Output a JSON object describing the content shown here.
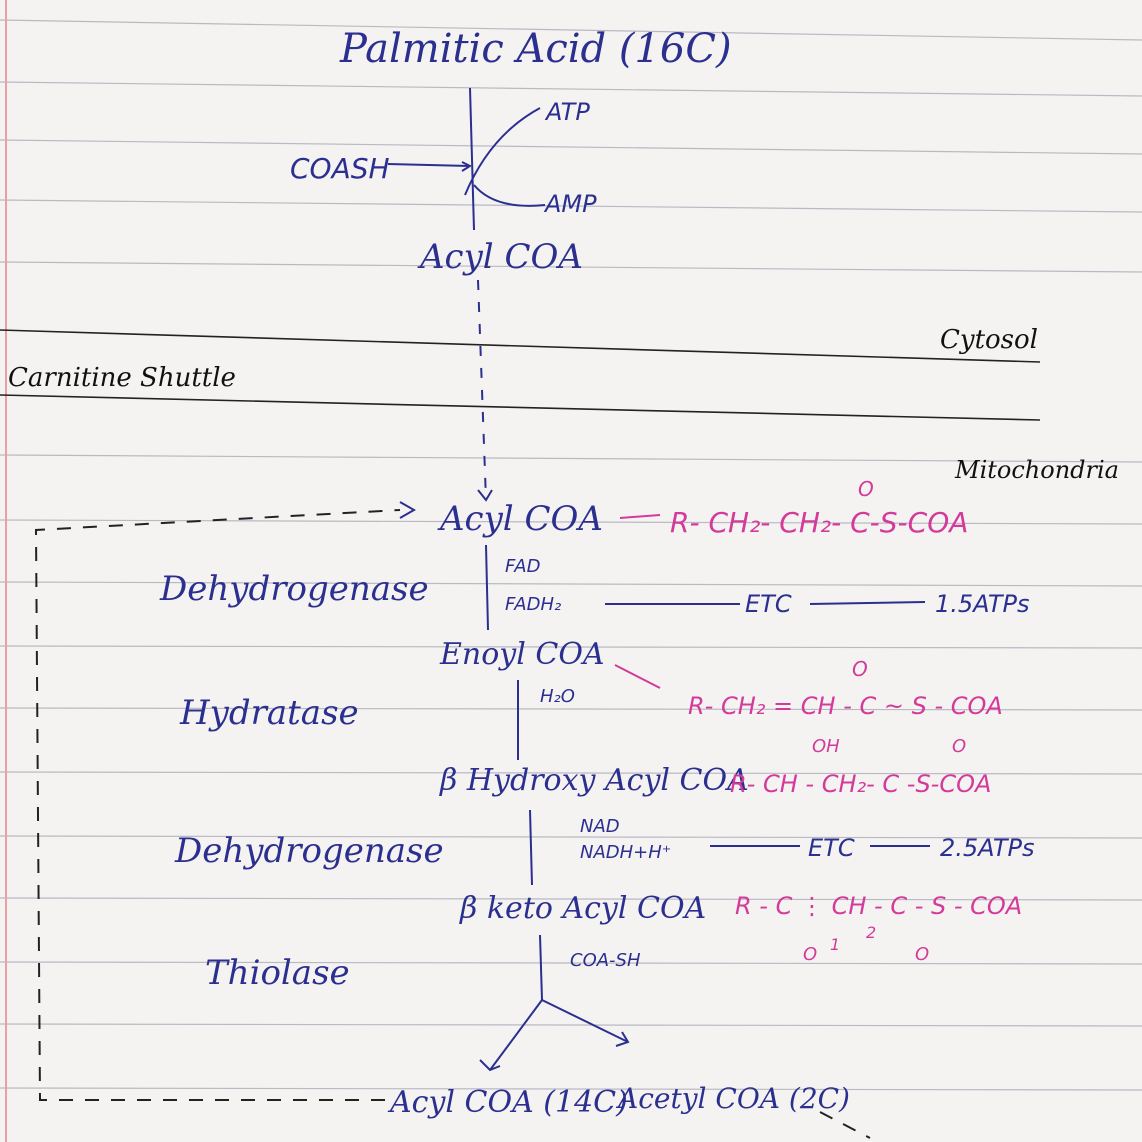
{
  "notes": {
    "title": "Palmitic Acid (16C)",
    "atp": "ATP",
    "coash": "COASH",
    "amp": "AMP",
    "acyl_coa_top": "Acyl COA",
    "cytosol": "Cytosol",
    "carnitine_shuttle": "Carnitine Shuttle",
    "mitochondria": "Mitochondria",
    "step1": {
      "enzyme": "Dehydrogenase",
      "substrate": "Acyl COA",
      "formula": "R- CH₂- CH₂- C-S-COA",
      "carbonyl_o": "O",
      "cofactor_in": "FAD",
      "cofactor_out": "FADH₂",
      "etc": "ETC",
      "yield": "1.5ATPs"
    },
    "step2": {
      "enzyme": "Hydratase",
      "substrate": "Enoyl COA",
      "formula": "R- CH₂ = CH - C ~ S - COA",
      "carbonyl_o": "O",
      "cofactor_in": "H₂O"
    },
    "step3": {
      "enzyme": "Dehydrogenase",
      "substrate": "β Hydroxy Acyl COA",
      "formula": "R- CH - CH₂- C -S-COA",
      "oh": "OH",
      "carbonyl_o": "O",
      "cofactor_in": "NAD",
      "cofactor_out": "NADH+H⁺",
      "etc": "ETC",
      "yield": "2.5ATPs"
    },
    "step4": {
      "enzyme": "Thiolase",
      "substrate": "β keto Acyl COA",
      "formula": "R - C ⋮ CH - C - S - COA",
      "carbonyl_o1": "O",
      "carbonyl_o2": "O",
      "num1": "1",
      "num2": "2",
      "cofactor_in": "COA-SH"
    },
    "product1": "Acyl COA (14C)",
    "product2": "Acetyl COA (2C)"
  }
}
